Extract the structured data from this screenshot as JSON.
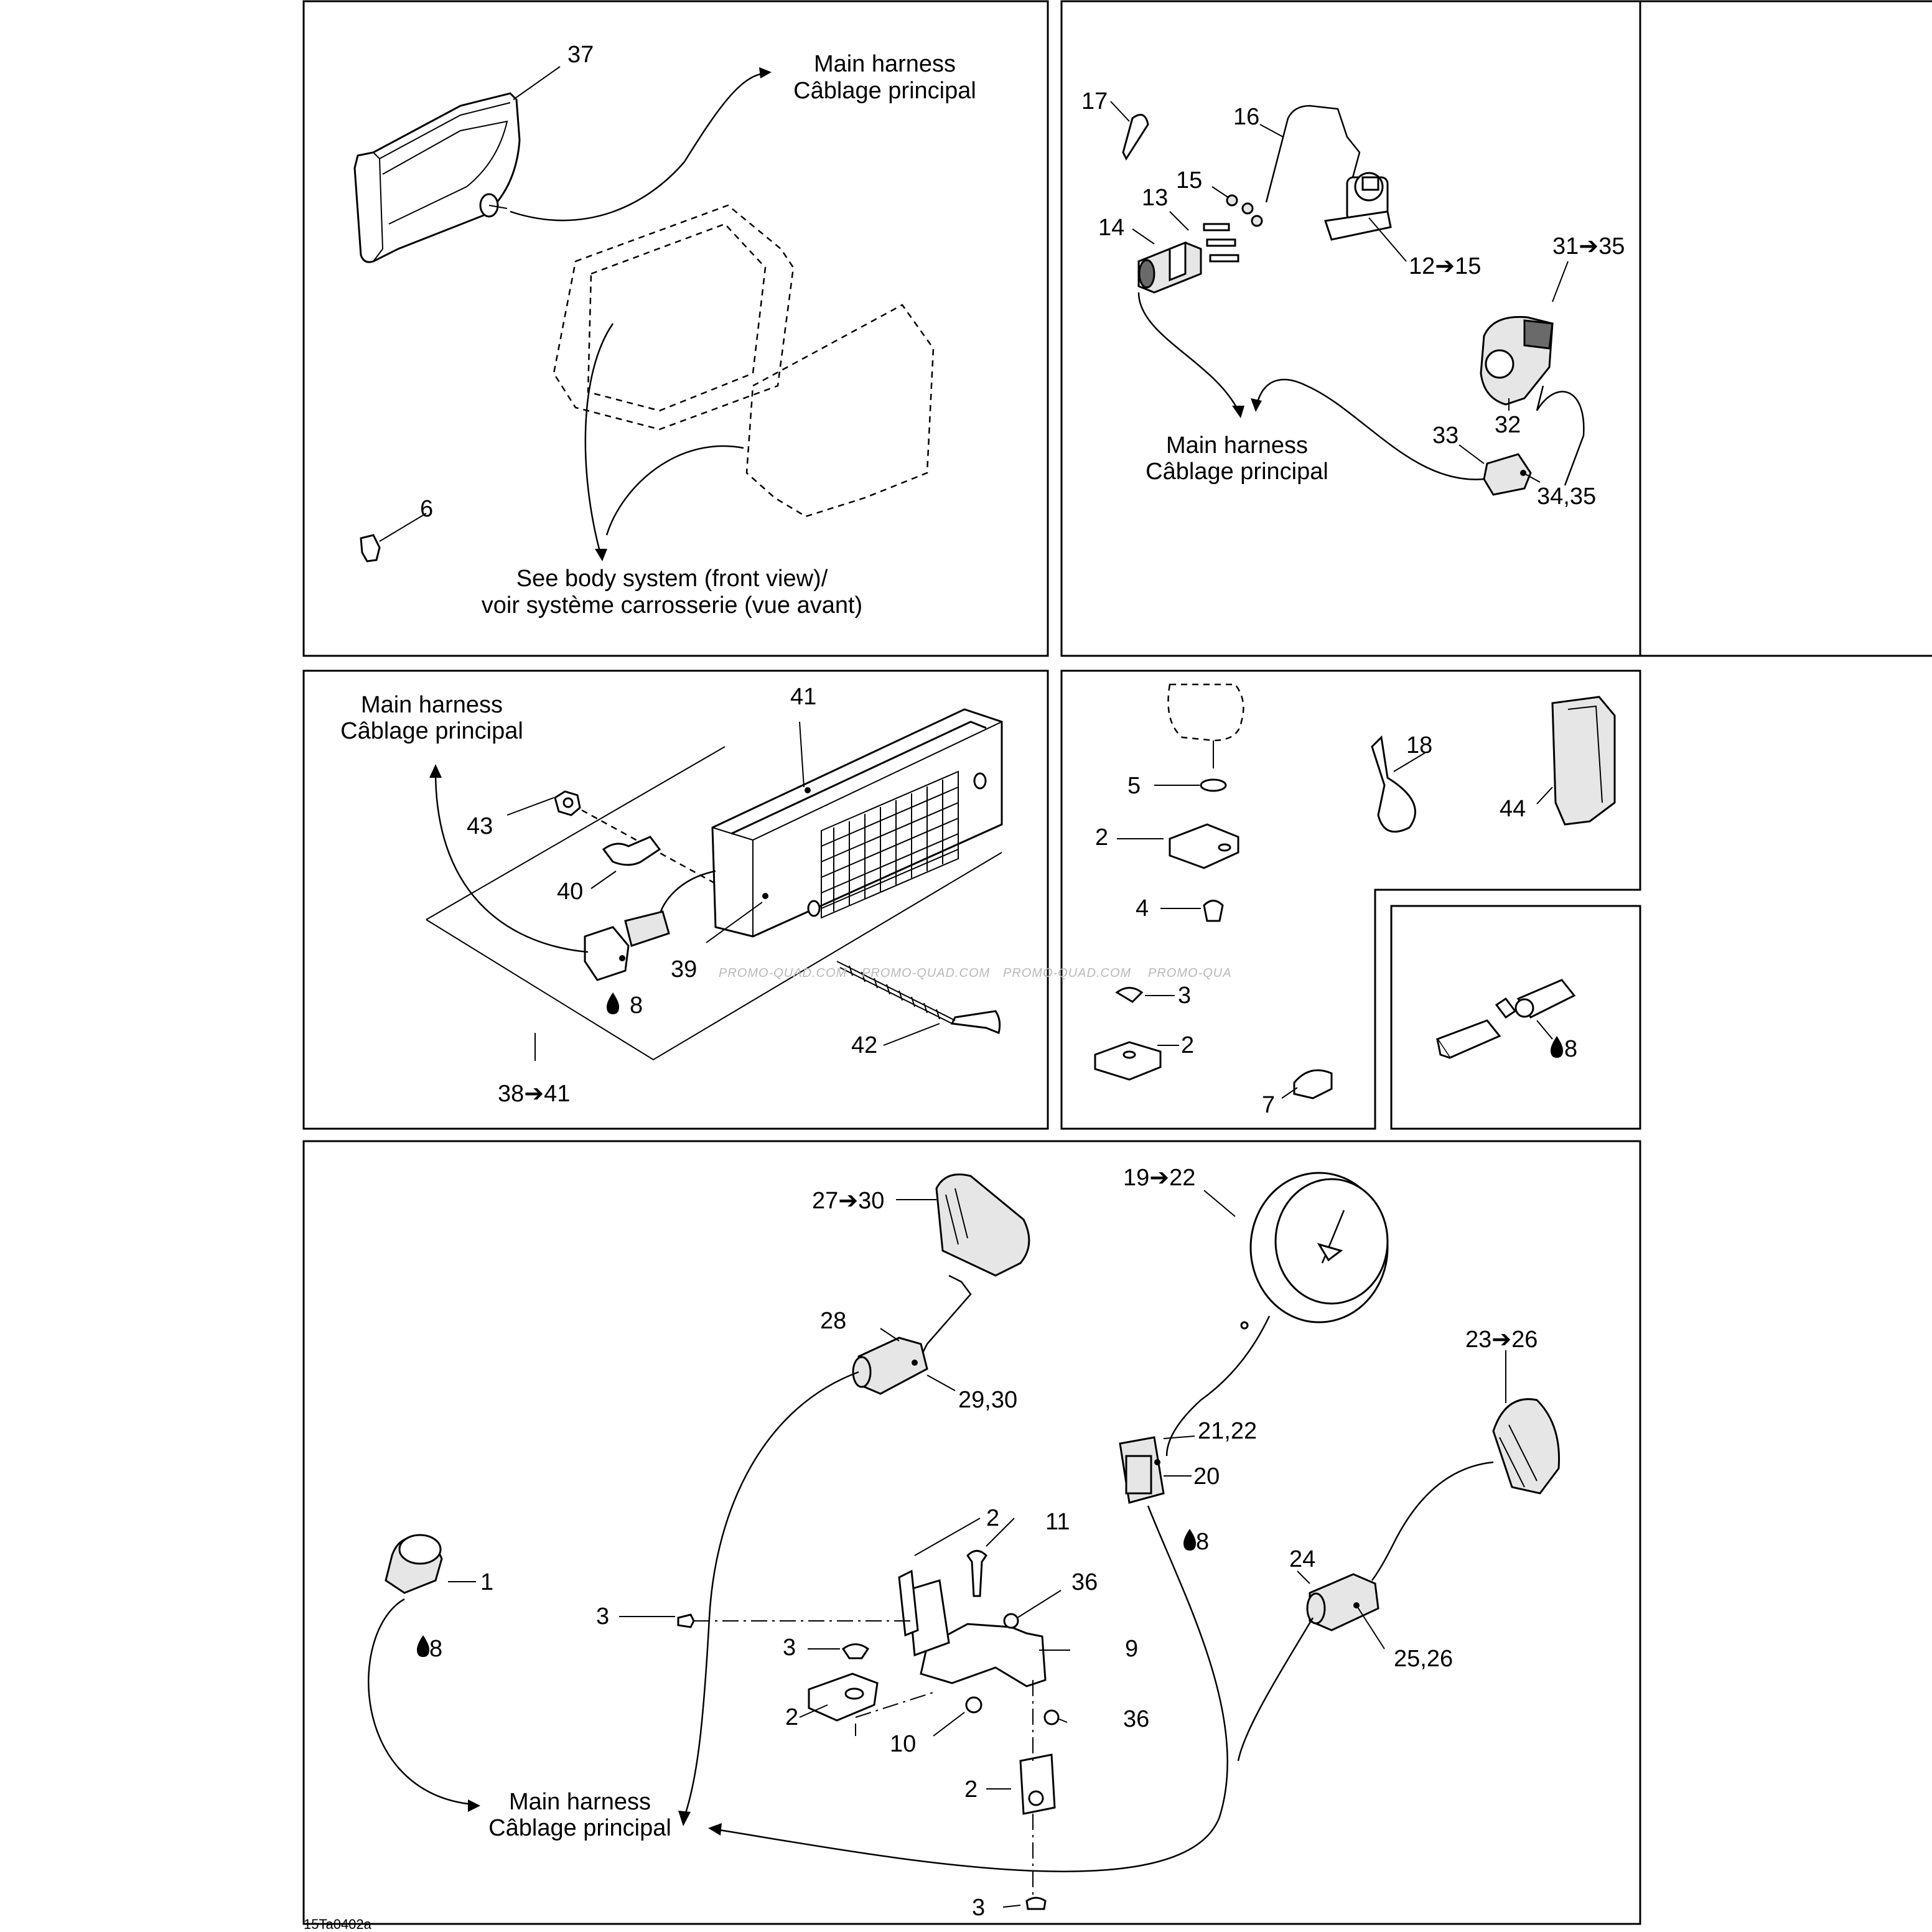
{
  "diagram": {
    "id_code": "15Ta0402a",
    "watermark": [
      "PROMO-QUAD.COM",
      "PROMO-QUAD.COM",
      "PROMO-QUAD.COM",
      "PROMO-QUA"
    ],
    "callouts": {
      "c1": "1",
      "c2a": "2",
      "c2b": "2",
      "c2c": "2",
      "c2d": "2",
      "c2e": "2",
      "c3a": "3",
      "c3b": "3",
      "c3c": "3",
      "c3d": "3",
      "c4": "4",
      "c5": "5",
      "c6": "6",
      "c7": "7",
      "c8a": "8",
      "c8b": "8",
      "c8c": "8",
      "c8d": "8",
      "c9": "9",
      "c10": "10",
      "c11": "11",
      "c12_15": "12➔15",
      "c13": "13",
      "c14": "14",
      "c15": "15",
      "c16": "16",
      "c17": "17",
      "c18": "18",
      "c19_22": "19➔22",
      "c20": "20",
      "c21_22": "21,22",
      "c23_26": "23➔26",
      "c24": "24",
      "c25_26": "25,26",
      "c27_30": "27➔30",
      "c28": "28",
      "c29_30": "29,30",
      "c31_35": "31➔35",
      "c32": "32",
      "c33": "33",
      "c34_35": "34,35",
      "c36a": "36",
      "c36b": "36",
      "c37": "37",
      "c38_41": "38➔41",
      "c39": "39",
      "c40": "40",
      "c41": "41",
      "c42": "42",
      "c43": "43",
      "c44": "44"
    },
    "captions": {
      "main_harness_en": "Main harness",
      "main_harness_fr": "Câblage principal",
      "body_system_en": "See body system (front view)/",
      "body_system_fr": "voir système carrosserie (vue avant)"
    }
  }
}
